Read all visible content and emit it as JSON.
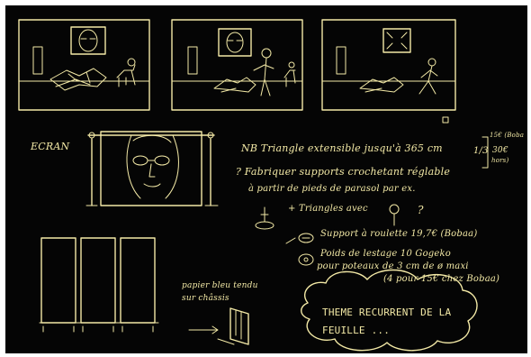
{
  "labels": {
    "ecran": "ECRAN",
    "note_line1": "NB Triangle extensible jusqu'à 365 cm",
    "price_top": "15€ (Boba",
    "price_mid": "1/3",
    "price_mid2": "30€",
    "price_low": "hors)",
    "q_line1": "? Fabriquer supports crochetant réglable",
    "q_line2": "à partir de pieds de parasol par ex.",
    "q_line3": "+ Triangles avec",
    "q_mark": "?",
    "item1": "Support à roulette  19,7€ (Bobaa)",
    "item2a": "Poids de lestage  10  Gogeko",
    "item2b": "pour poteaux de 3 cm de ø maxi",
    "item2c": "(4 pour 15€ chez Bobaa)",
    "side_note1": "papier bleu tendu",
    "side_note2": "sur châssis",
    "bubble_line1": "THEME RECURRENT DE LA",
    "bubble_line2": "FEUILLE ..."
  },
  "colors": {
    "ink": "#f3e9a6",
    "paper": "#050505"
  }
}
